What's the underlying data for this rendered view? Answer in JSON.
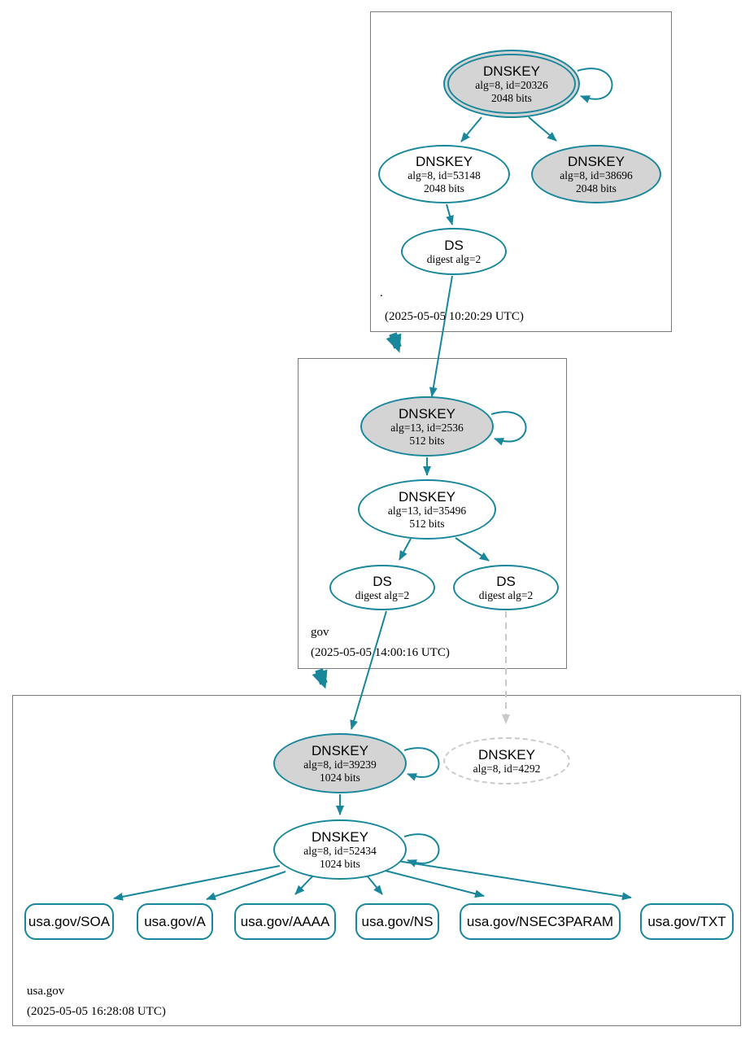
{
  "colors": {
    "secure_teal": "#18869b",
    "node_gray_fill": "#d4d4d4",
    "missing_gray": "#c9c9c9",
    "box_border": "#7a7a7a"
  },
  "zones": {
    "root": {
      "name": ".",
      "timestamp": "(2025-05-05 10:20:29 UTC)"
    },
    "gov": {
      "name": "gov",
      "timestamp": "(2025-05-05 14:00:16 UTC)"
    },
    "usagov": {
      "name": "usa.gov",
      "timestamp": "(2025-05-05 16:28:08 UTC)"
    }
  },
  "nodes": {
    "root_ksk": {
      "title": "DNSKEY",
      "detail1": "alg=8, id=20326",
      "detail2": "2048 bits"
    },
    "root_zsk": {
      "title": "DNSKEY",
      "detail1": "alg=8, id=53148",
      "detail2": "2048 bits"
    },
    "root_key2": {
      "title": "DNSKEY",
      "detail1": "alg=8, id=38696",
      "detail2": "2048 bits"
    },
    "root_ds": {
      "title": "DS",
      "detail1": "digest alg=2"
    },
    "gov_ksk": {
      "title": "DNSKEY",
      "detail1": "alg=13, id=2536",
      "detail2": "512 bits"
    },
    "gov_zsk": {
      "title": "DNSKEY",
      "detail1": "alg=13, id=35496",
      "detail2": "512 bits"
    },
    "gov_ds_left": {
      "title": "DS",
      "detail1": "digest alg=2"
    },
    "gov_ds_right": {
      "title": "DS",
      "detail1": "digest alg=2"
    },
    "usagov_ksk": {
      "title": "DNSKEY",
      "detail1": "alg=8, id=39239",
      "detail2": "1024 bits"
    },
    "usagov_missing": {
      "title": "DNSKEY",
      "detail1": "alg=8, id=4292"
    },
    "usagov_zsk": {
      "title": "DNSKEY",
      "detail1": "alg=8, id=52434",
      "detail2": "1024 bits"
    }
  },
  "rrsets": [
    {
      "label": "usa.gov/SOA"
    },
    {
      "label": "usa.gov/A"
    },
    {
      "label": "usa.gov/AAAA"
    },
    {
      "label": "usa.gov/NS"
    },
    {
      "label": "usa.gov/NSEC3PARAM"
    },
    {
      "label": "usa.gov/TXT"
    }
  ]
}
